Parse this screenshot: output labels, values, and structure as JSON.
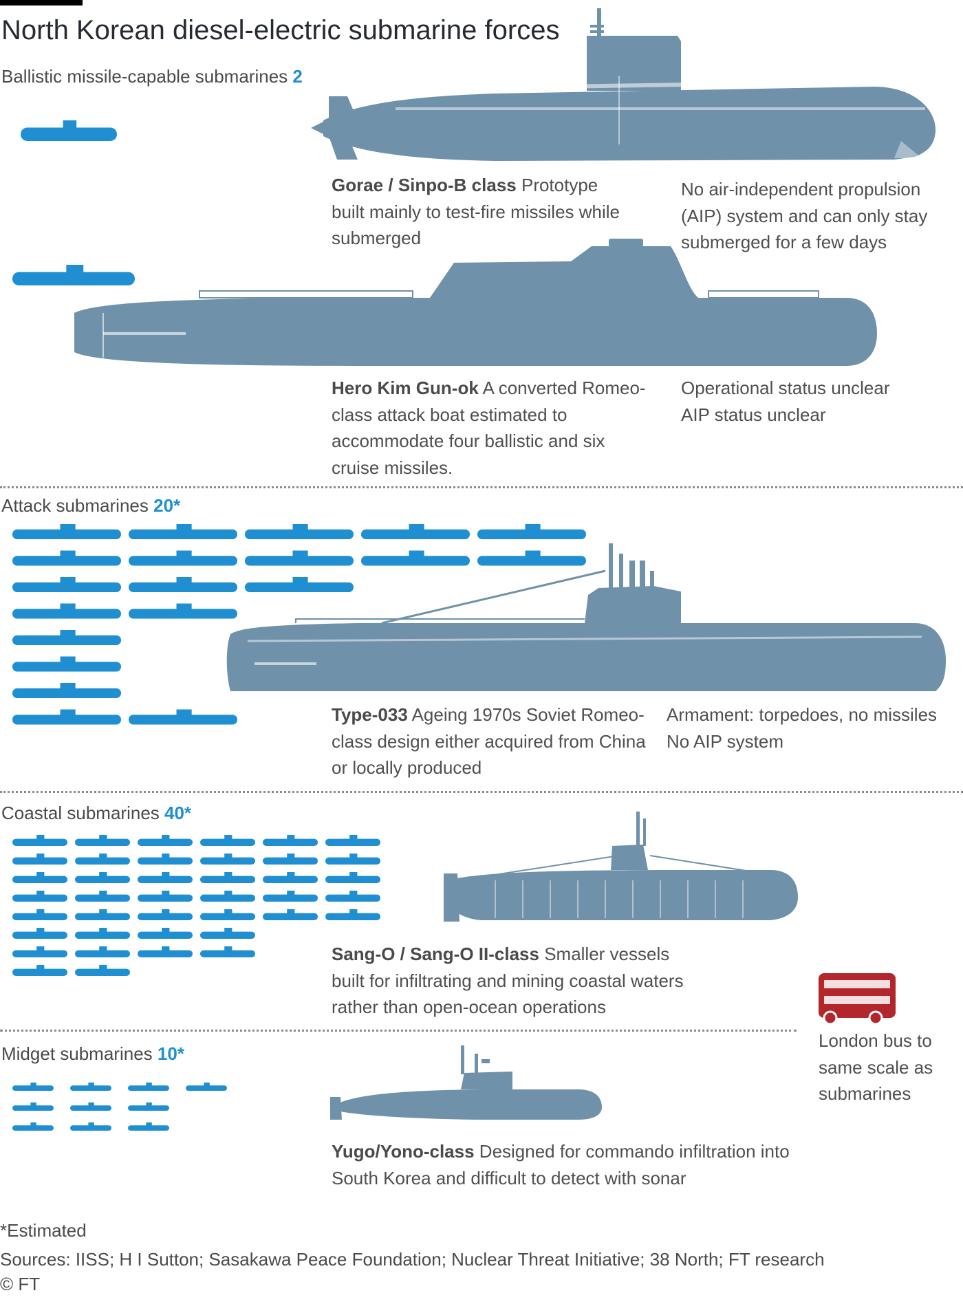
{
  "title": "North Korean diesel-electric submarine forces",
  "colors": {
    "submarine_grey": "#6f91aa",
    "fleet_blue": "#1f8fd1",
    "bus_red": "#b3262b",
    "text": "#4f4f4f"
  },
  "sections": {
    "ballistic": {
      "label": "Ballistic missile-capable submarines",
      "count": "2",
      "classes": [
        {
          "name": "Gorae / Sinpo-B class",
          "text": " Prototype built mainly to test-fire missiles while submerged",
          "note": "No air-independent propulsion (AIP) system and can only stay submerged for a few days"
        },
        {
          "name": "Hero Kim Gun-ok",
          "text": " A converted Romeo-class attack boat estimated to accommodate four ballistic and six cruise missiles.",
          "note_line1": "Operational status unclear",
          "note_line2": "AIP status unclear"
        }
      ]
    },
    "attack": {
      "label": "Attack submarines",
      "count": "20*",
      "name": "Type-033",
      "text": " Ageing 1970s Soviet Romeo-class design either acquired from China or locally produced",
      "note_line1": "Armament: torpedoes, no missiles",
      "note_line2": "No AIP system"
    },
    "coastal": {
      "label": "Coastal submarines",
      "count": "40*",
      "name": "Sang-O / Sang-O II-class",
      "text": " Smaller vessels built for infiltrating and mining coastal waters rather than open-ocean operations"
    },
    "midget": {
      "label": "Midget submarines",
      "count": "10*",
      "name": "Yugo/Yono-class",
      "text": " Designed for commando infiltration into South Korea and difficult to detect with sonar"
    }
  },
  "bus_caption": "London bus to same scale as submarines",
  "footnote": "*Estimated",
  "sources": "Sources: IISS; H I Sutton; Sasakawa Peace Foundation; Nuclear Threat Initiative; 38 North; FT research",
  "credit": "© FT"
}
